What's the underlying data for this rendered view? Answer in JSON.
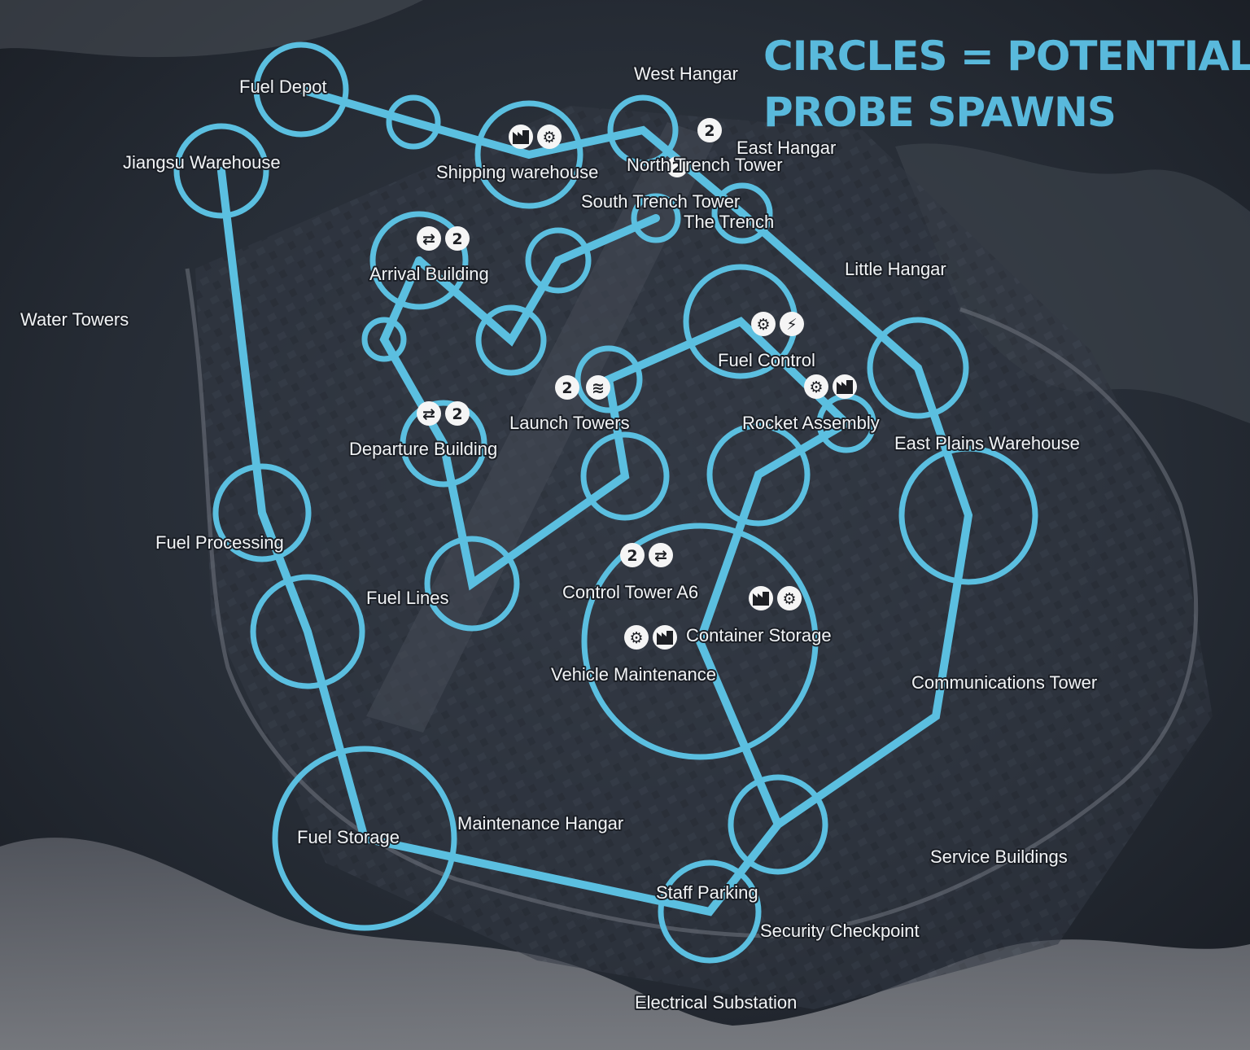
{
  "headline": {
    "line1": "CIRCLES = POTENTIAL",
    "line2": "PROBE SPAWNS",
    "color": "#59b9dc"
  },
  "palette": {
    "ring": "#5bbfe0",
    "label": "#f1f3f5",
    "terrain": "#2b313a"
  },
  "locations": {
    "fuel_depot": "Fuel Depot",
    "west_hangar": "West Hangar",
    "jiangsu_warehouse": "Jiangsu Warehouse",
    "shipping_warehouse": "Shipping warehouse",
    "north_trench_tower": "North Trench Tower",
    "east_hangar": "East Hangar",
    "south_trench_tower": "South Trench Tower",
    "the_trench": "The Trench",
    "arrival_building": "Arrival Building",
    "little_hangar": "Little Hangar",
    "water_towers": "Water Towers",
    "fuel_control": "Fuel Control",
    "launch_towers": "Launch Towers",
    "rocket_assembly": "Rocket Assembly",
    "east_plains_warehouse": "East Plains Warehouse",
    "departure_building": "Departure Building",
    "fuel_processing": "Fuel Processing",
    "fuel_lines": "Fuel Lines",
    "control_tower_a6": "Control Tower A6",
    "container_storage": "Container Storage",
    "vehicle_maintenance": "Vehicle Maintenance",
    "communications_tower": "Communications Tower",
    "fuel_storage": "Fuel Storage",
    "maintenance_hangar": "Maintenance Hangar",
    "service_buildings": "Service Buildings",
    "staff_parking": "Staff Parking",
    "security_checkpoint": "Security Checkpoint",
    "electrical_substation": "Electrical Substation"
  },
  "icons": {
    "factory": "factory-icon",
    "gear": "gear-icon",
    "swap": "swap-arrows-icon",
    "tier": "tier-2-icon",
    "stack": "stack-icon",
    "bolt": "bolt-icon"
  }
}
